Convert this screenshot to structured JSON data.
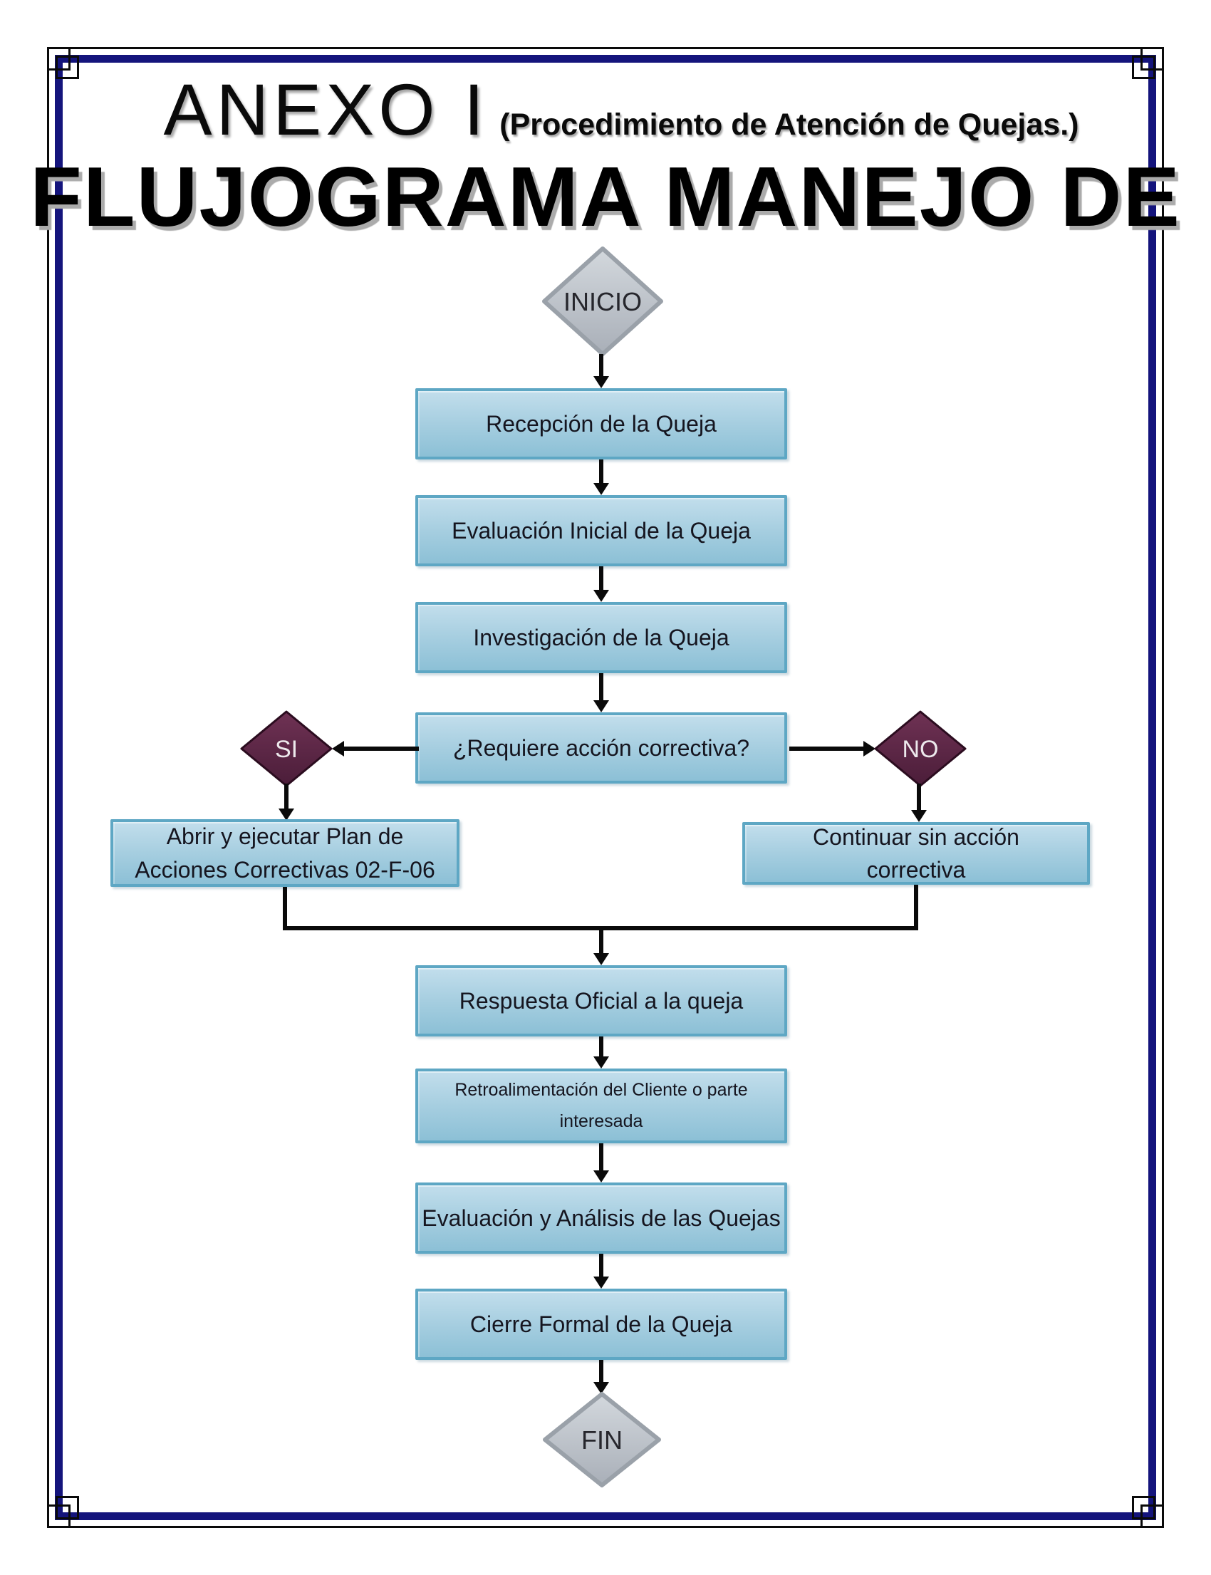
{
  "page": {
    "title": "ANEXO I",
    "title_annotation": "(Procedimiento de Atención de Quejas.)",
    "subtitle": "FLUJOGRAMA MANEJO DE"
  },
  "flowchart": {
    "start_label": "INICIO",
    "end_label": "FIN",
    "steps": [
      {
        "label": "Recepción de la Queja"
      },
      {
        "label": "Evaluación Inicial de la Queja"
      },
      {
        "label": "Investigación de la Queja"
      }
    ],
    "decision": {
      "label": "¿Requiere acción correctiva?",
      "yes_label": "SI",
      "no_label": "NO"
    },
    "yes_branch_label": "Abrir y ejecutar Plan de Acciones Correctivas 02-F-06",
    "no_branch_label": "Continuar sin acción correctiva",
    "post_steps": [
      {
        "label": "Respuesta Oficial a la queja"
      },
      {
        "label": "Retroalimentación del Cliente o parte interesada"
      },
      {
        "label": "Evaluación y Análisis de las Quejas"
      },
      {
        "label": "Cierre Formal de la Queja"
      }
    ]
  },
  "colors": {
    "page_border_navy": "#14147C",
    "page_border_line": "#0A0A0A",
    "process_border": "#5EA7C4",
    "process_fill_top": "#C2DEEC",
    "process_fill_bottom": "#8CC0D6",
    "terminal_fill_top": "#D3D8DD",
    "terminal_fill_bottom": "#A9AFB8",
    "terminal_border": "#9AA1A9",
    "decision_diamond_fill_top": "#6F3254",
    "decision_diamond_fill_bottom": "#4B1D39",
    "decision_diamond_text": "#EDE9EC",
    "connector": "#0A0A0A"
  }
}
